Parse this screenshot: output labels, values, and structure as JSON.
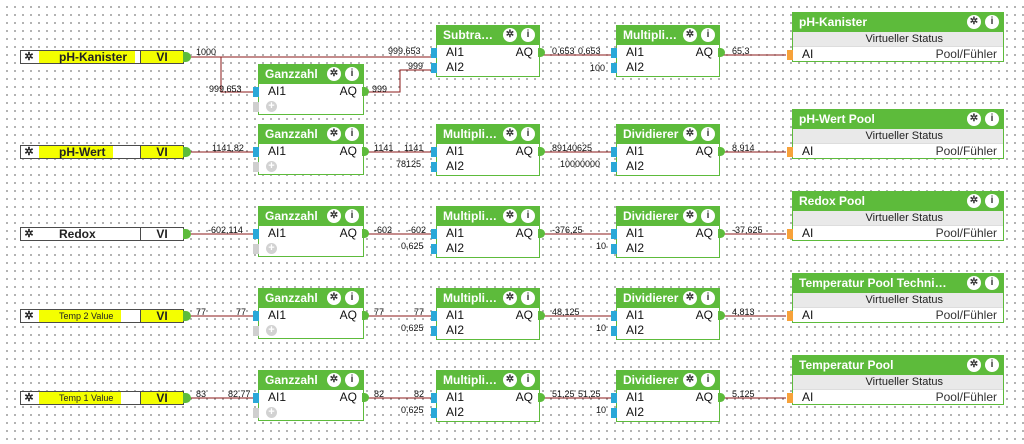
{
  "inputs": [
    {
      "label": "pH-Kanister",
      "vi": "VI",
      "highlight": true,
      "small": false
    },
    {
      "label": "pH-Wert",
      "vi": "VI",
      "highlight": true,
      "small": false
    },
    {
      "label": "Redox",
      "vi": "VI",
      "highlight": false,
      "small": false
    },
    {
      "label": "Temp 2 Value",
      "vi": "VI",
      "highlight": true,
      "small": true
    },
    {
      "label": "Temp 1 Value",
      "vi": "VI",
      "highlight": true,
      "small": true
    }
  ],
  "block_labels": {
    "ganzzahl": "Ganzzahl",
    "subtract": "Subtra…",
    "multiply": "Multipli…",
    "divide": "Dividierer",
    "ai1": "AI1",
    "ai2": "AI2",
    "aq": "AQ",
    "ai": "AI",
    "virtual_status": "Virtueller Status",
    "pool_sensor": "Pool/Fühler"
  },
  "icons": {
    "settings": "gear-icon",
    "info": "info-icon",
    "add": "plus-icon"
  },
  "outputs": [
    {
      "title": "pH-Kanister"
    },
    {
      "title": "pH-Wert Pool"
    },
    {
      "title": "Redox Pool"
    },
    {
      "title": "Temperatur Pool Techni…"
    },
    {
      "title": "Temperatur Pool"
    }
  ],
  "values": {
    "r1": {
      "in": "1000",
      "ganz_in": "999,653",
      "ganz_out": "999",
      "sub_in1": "999,653",
      "sub_in2": "999",
      "sub_out": "0,653",
      "mul_in1": "0,653",
      "mul_in2": "100",
      "mul_out": "65,3"
    },
    "r2": {
      "in": "1141,82",
      "ganz_out": "1141",
      "mul_in1": "1141",
      "mul_in2": "78125",
      "mul_out": "89140625",
      "div_in2": "10000000",
      "div_out": "8,914"
    },
    "r3": {
      "in": "-602,114",
      "ganz_out": "-602",
      "mul_in1": "-602",
      "mul_in2": "0,625",
      "mul_out": "-376,25",
      "div_in2": "10",
      "div_out": "-37,625"
    },
    "r4": {
      "in": "77",
      "ganz_in": "77",
      "ganz_out": "77",
      "mul_in1": "77",
      "mul_in2": "0,625",
      "mul_out": "48,125",
      "div_in2": "10",
      "div_out": "4,813"
    },
    "r5": {
      "in": "83",
      "ganz_in": "82,77",
      "ganz_out": "82",
      "mul_in1": "82",
      "mul_in2": "0,625",
      "mul_out": "51,25",
      "mul_out2": "51,25",
      "div_in2": "10",
      "div_out": "5,125"
    }
  },
  "colors": {
    "block_green": "#5dbb3b",
    "input_port": "#2aa8d8",
    "status_port": "#f7a23a",
    "wire": "#8b1a1a",
    "highlight_yellow": "#f4ff00"
  }
}
